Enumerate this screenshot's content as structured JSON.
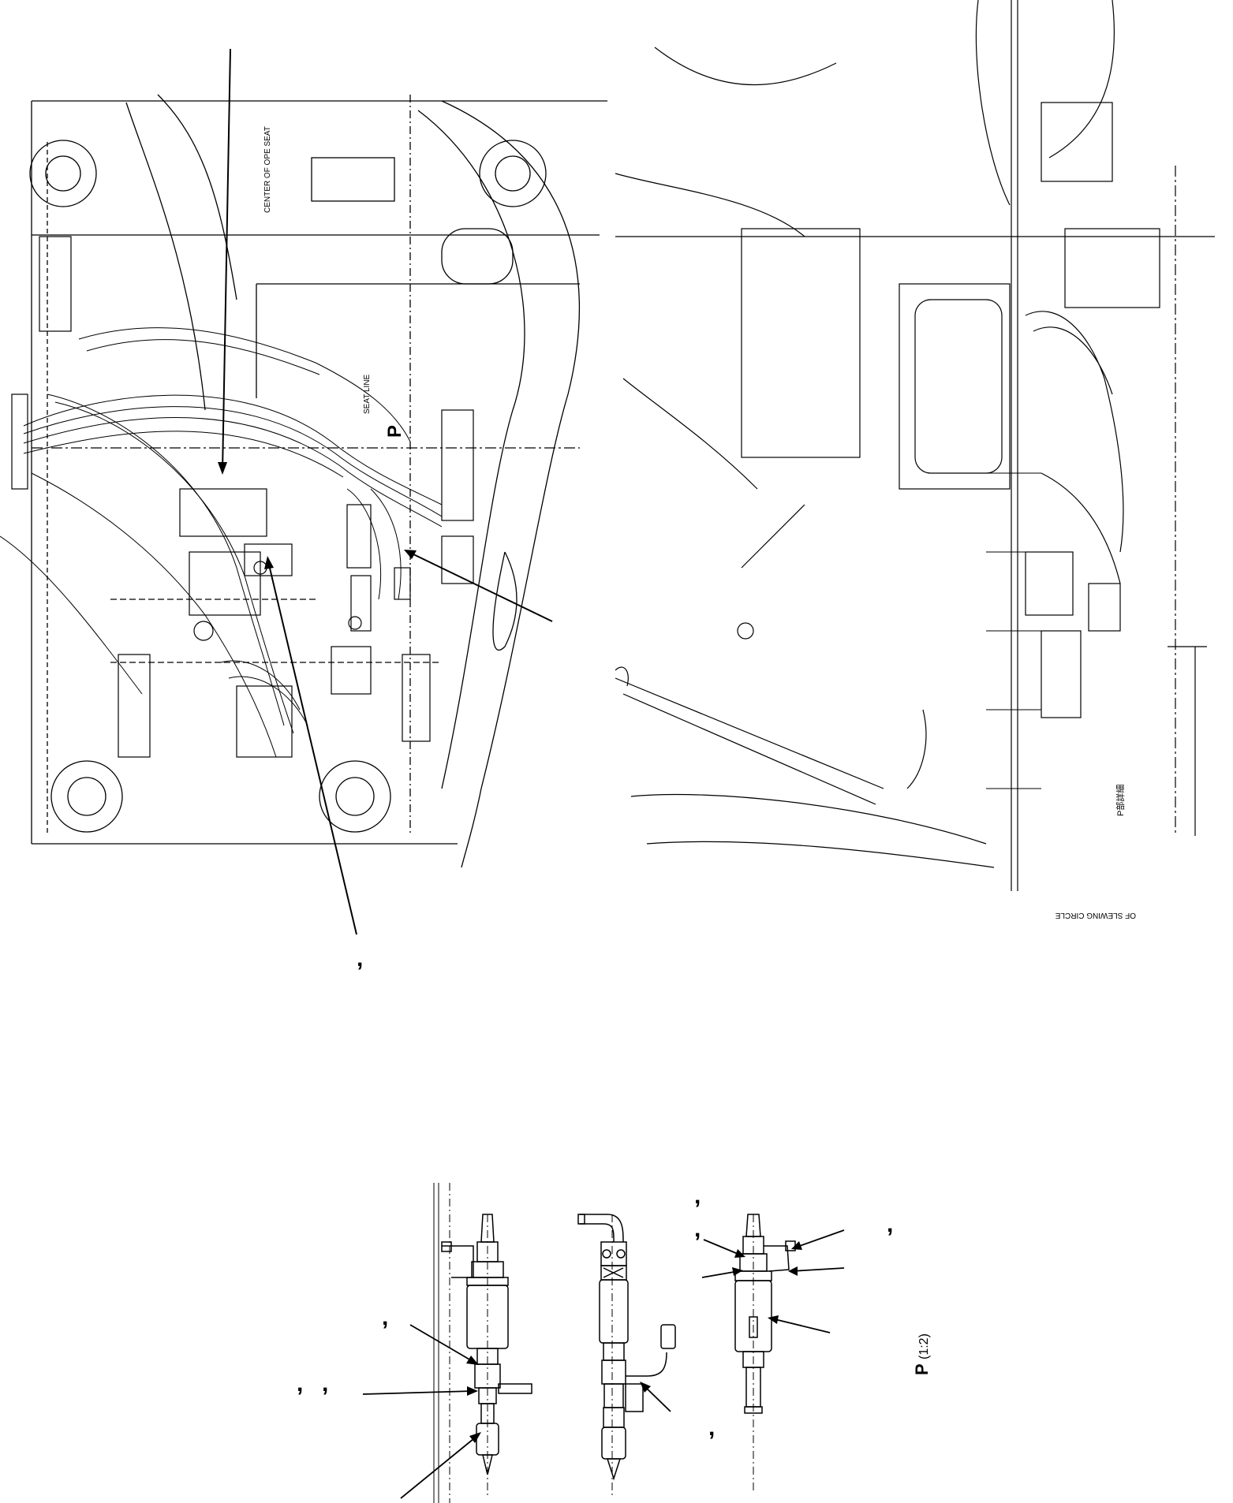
{
  "drawing": {
    "view_letter": "P",
    "view_scale": "(1:2)",
    "view_label": "P(1:2)",
    "commas": [
      ",",
      ",",
      ",",
      ",",
      ",",
      ",",
      ",",
      ","
    ],
    "small_texts": {
      "center_of_ope_seat": "CENTER OF OPE SEAT",
      "seat_line": "SEAT LINE",
      "slewing_center": "OF SLEWING CIRCLE",
      "right_note": "P部詳細"
    }
  }
}
